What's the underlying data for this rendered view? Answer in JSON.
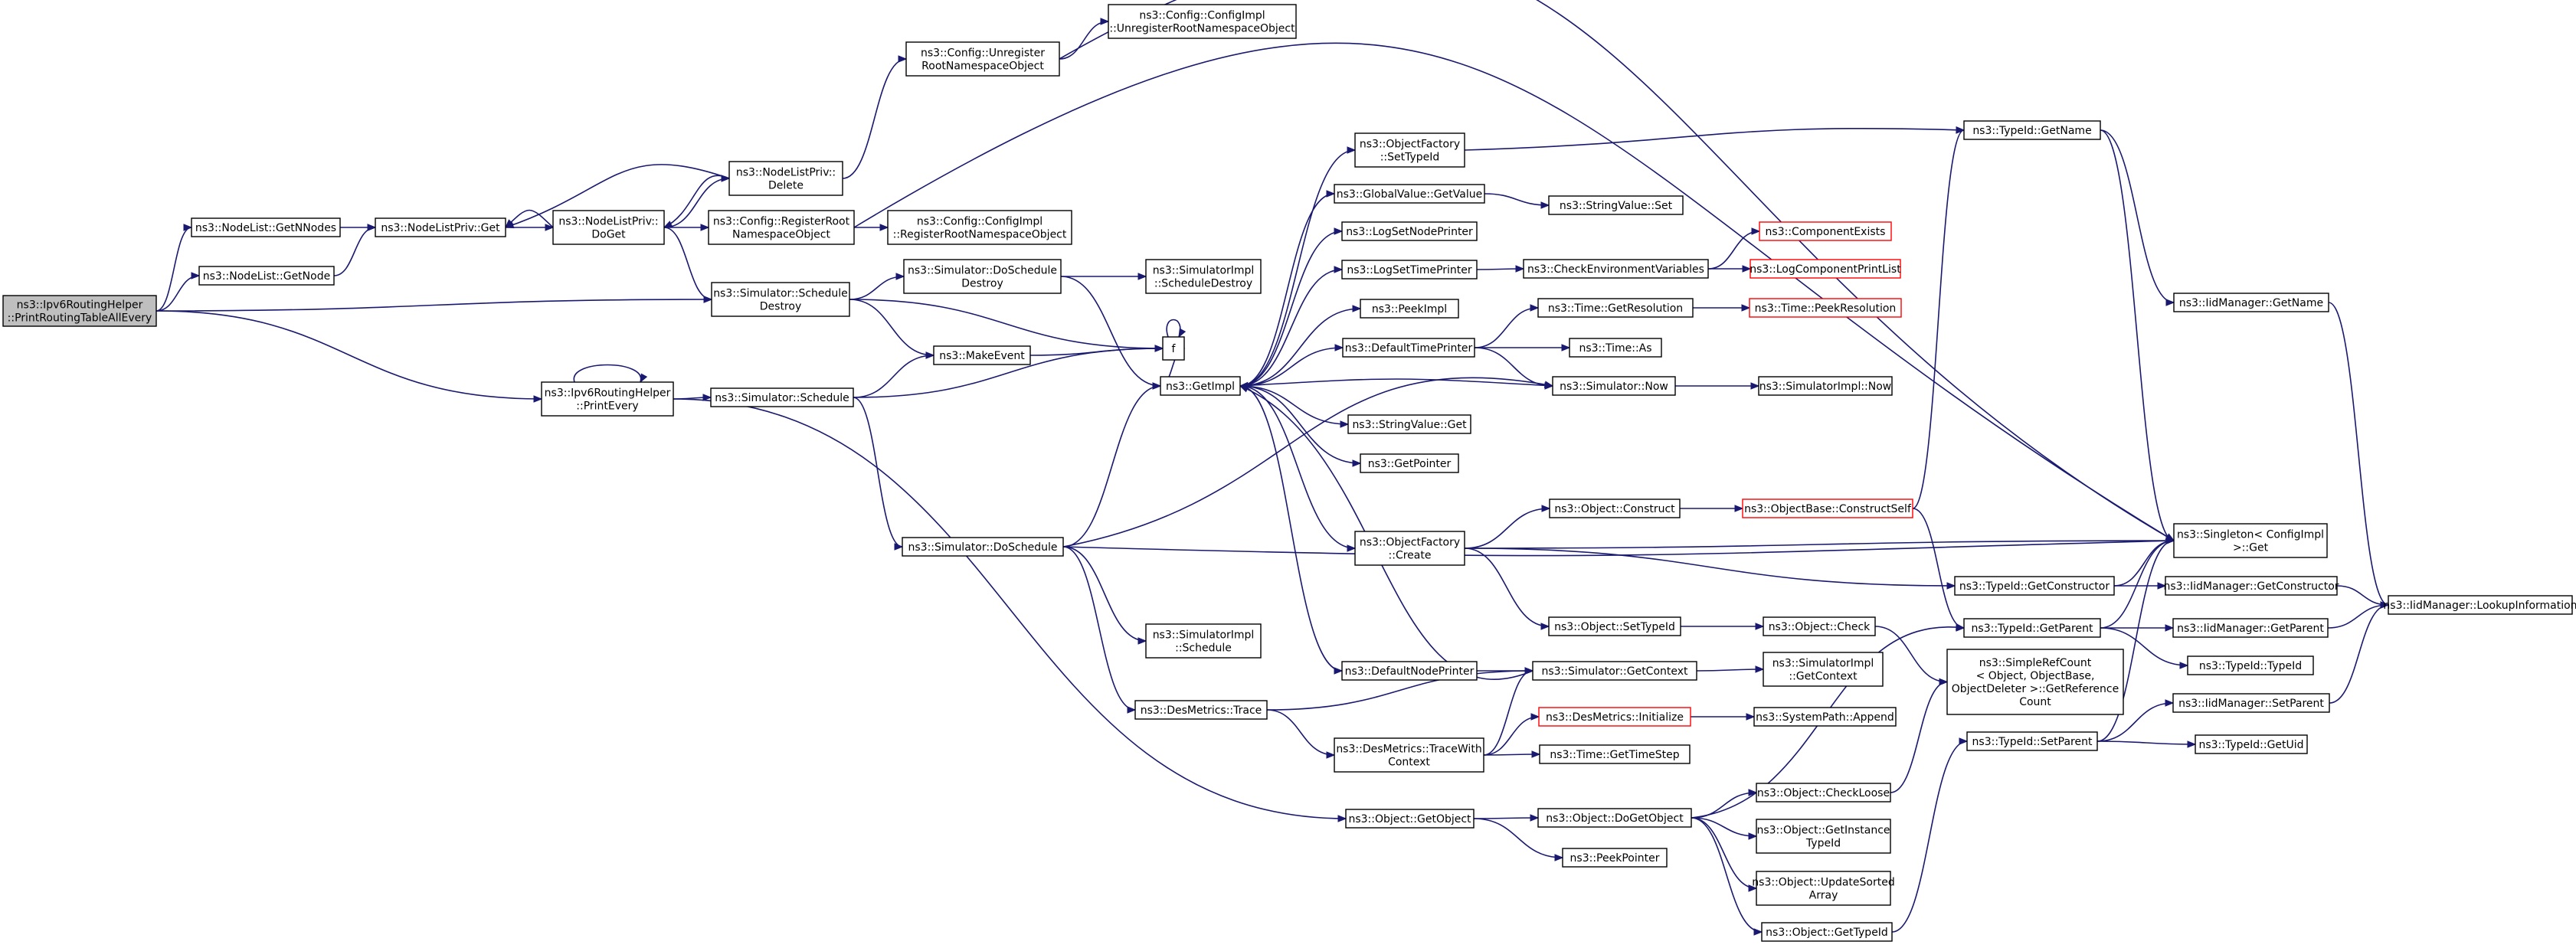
{
  "graph": {
    "edge_color": "#191970",
    "root_fill": "#bfbfbf",
    "missing_node_stroke": "#ff0000",
    "nodes": [
      {
        "id": "root",
        "lines": [
          "ns3::Ipv6RoutingHelper",
          "::PrintRoutingTableAllEvery"
        ],
        "style": "root"
      },
      {
        "id": "getnnodes",
        "lines": [
          "ns3::NodeList::GetNNodes"
        ]
      },
      {
        "id": "getnode",
        "lines": [
          "ns3::NodeList::GetNode"
        ]
      },
      {
        "id": "nlp_get",
        "lines": [
          "ns3::NodeListPriv::Get"
        ]
      },
      {
        "id": "nlp_doget",
        "lines": [
          "ns3::NodeListPriv::",
          "DoGet"
        ]
      },
      {
        "id": "nlp_delete",
        "lines": [
          "ns3::NodeListPriv::",
          "Delete"
        ]
      },
      {
        "id": "cfg_unreg",
        "lines": [
          "ns3::Config::Unregister",
          "RootNamespaceObject"
        ]
      },
      {
        "id": "cfgimpl_unreg",
        "lines": [
          "ns3::Config::ConfigImpl",
          "::UnregisterRootNamespaceObject"
        ]
      },
      {
        "id": "cfg_reg",
        "lines": [
          "ns3::Config::RegisterRoot",
          "NamespaceObject"
        ]
      },
      {
        "id": "cfgimpl_reg",
        "lines": [
          "ns3::Config::ConfigImpl",
          "::RegisterRootNamespaceObject"
        ]
      },
      {
        "id": "sim_schdestroy",
        "lines": [
          "ns3::Simulator::Schedule",
          "Destroy"
        ]
      },
      {
        "id": "sim_doschdestroy",
        "lines": [
          "ns3::Simulator::DoSchedule",
          "Destroy"
        ]
      },
      {
        "id": "simimpl_schdestroy",
        "lines": [
          "ns3::SimulatorImpl",
          "::ScheduleDestroy"
        ]
      },
      {
        "id": "makeevent",
        "lines": [
          "ns3::MakeEvent"
        ]
      },
      {
        "id": "f",
        "lines": [
          "f"
        ]
      },
      {
        "id": "printevery",
        "lines": [
          "ns3::Ipv6RoutingHelper",
          "::PrintEvery"
        ]
      },
      {
        "id": "sim_schedule",
        "lines": [
          "ns3::Simulator::Schedule"
        ]
      },
      {
        "id": "getimpl",
        "lines": [
          "ns3::GetImpl"
        ]
      },
      {
        "id": "sim_doschedule",
        "lines": [
          "ns3::Simulator::DoSchedule"
        ]
      },
      {
        "id": "simimpl_schedule",
        "lines": [
          "ns3::SimulatorImpl",
          "::Schedule"
        ]
      },
      {
        "id": "desm_trace",
        "lines": [
          "ns3::DesMetrics::Trace"
        ]
      },
      {
        "id": "desm_tracewith",
        "lines": [
          "ns3::DesMetrics::TraceWith",
          "Context"
        ]
      },
      {
        "id": "obj_getobject",
        "lines": [
          "ns3::Object::GetObject"
        ]
      },
      {
        "id": "of_settypeid",
        "lines": [
          "ns3::ObjectFactory",
          "::SetTypeId"
        ]
      },
      {
        "id": "gv_getvalue",
        "lines": [
          "ns3::GlobalValue::GetValue"
        ]
      },
      {
        "id": "logsetnode",
        "lines": [
          "ns3::LogSetNodePrinter"
        ]
      },
      {
        "id": "logsettime",
        "lines": [
          "ns3::LogSetTimePrinter"
        ]
      },
      {
        "id": "peekimpl",
        "lines": [
          "ns3::PeekImpl"
        ]
      },
      {
        "id": "deftimeprinter",
        "lines": [
          "ns3::DefaultTimePrinter"
        ]
      },
      {
        "id": "sv_get",
        "lines": [
          "ns3::StringValue::Get"
        ]
      },
      {
        "id": "getpointer",
        "lines": [
          "ns3::GetPointer"
        ]
      },
      {
        "id": "of_create",
        "lines": [
          "ns3::ObjectFactory",
          "::Create"
        ]
      },
      {
        "id": "defnodeprinter",
        "lines": [
          "ns3::DefaultNodePrinter"
        ]
      },
      {
        "id": "sv_set",
        "lines": [
          "ns3::StringValue::Set"
        ]
      },
      {
        "id": "checkenv",
        "lines": [
          "ns3::CheckEnvironmentVariables"
        ]
      },
      {
        "id": "compexists",
        "lines": [
          "ns3::ComponentExists"
        ],
        "style": "red"
      },
      {
        "id": "logcomplist",
        "lines": [
          "ns3::LogComponentPrintList"
        ],
        "style": "red"
      },
      {
        "id": "time_getres",
        "lines": [
          "ns3::Time::GetResolution"
        ]
      },
      {
        "id": "time_peekres",
        "lines": [
          "ns3::Time::PeekResolution"
        ],
        "style": "red"
      },
      {
        "id": "time_as",
        "lines": [
          "ns3::Time::As"
        ]
      },
      {
        "id": "sim_now",
        "lines": [
          "ns3::Simulator::Now"
        ]
      },
      {
        "id": "simimpl_now",
        "lines": [
          "ns3::SimulatorImpl::Now"
        ]
      },
      {
        "id": "obj_construct",
        "lines": [
          "ns3::Object::Construct"
        ]
      },
      {
        "id": "ob_constructself",
        "lines": [
          "ns3::ObjectBase::ConstructSelf"
        ],
        "style": "red"
      },
      {
        "id": "obj_settypeid",
        "lines": [
          "ns3::Object::SetTypeId"
        ]
      },
      {
        "id": "obj_check",
        "lines": [
          "ns3::Object::Check"
        ]
      },
      {
        "id": "sim_getcontext",
        "lines": [
          "ns3::Simulator::GetContext"
        ]
      },
      {
        "id": "simimpl_getcontext",
        "lines": [
          "ns3::SimulatorImpl",
          "::GetContext"
        ]
      },
      {
        "id": "desm_init",
        "lines": [
          "ns3::DesMetrics::Initialize"
        ],
        "style": "red"
      },
      {
        "id": "syspath_append",
        "lines": [
          "ns3::SystemPath::Append"
        ]
      },
      {
        "id": "time_gettimestep",
        "lines": [
          "ns3::Time::GetTimeStep"
        ]
      },
      {
        "id": "obj_dogetobject",
        "lines": [
          "ns3::Object::DoGetObject"
        ]
      },
      {
        "id": "peekpointer",
        "lines": [
          "ns3::PeekPointer"
        ]
      },
      {
        "id": "obj_checkloose",
        "lines": [
          "ns3::Object::CheckLoose"
        ]
      },
      {
        "id": "obj_getinsttypeid",
        "lines": [
          "ns3::Object::GetInstance",
          "TypeId"
        ]
      },
      {
        "id": "obj_updatesorted",
        "lines": [
          "ns3::Object::UpdateSorted",
          "Array"
        ]
      },
      {
        "id": "obj_gettypeid",
        "lines": [
          "ns3::Object::GetTypeId"
        ]
      },
      {
        "id": "tid_getname",
        "lines": [
          "ns3::TypeId::GetName"
        ]
      },
      {
        "id": "iid_getname",
        "lines": [
          "ns3::IidManager::GetName"
        ]
      },
      {
        "id": "singleton_get",
        "lines": [
          "ns3::Singleton< ConfigImpl",
          " >::Get"
        ]
      },
      {
        "id": "tid_getctor",
        "lines": [
          "ns3::TypeId::GetConstructor"
        ]
      },
      {
        "id": "iid_getctor",
        "lines": [
          "ns3::IidManager::GetConstructor"
        ]
      },
      {
        "id": "iid_lookupinfo",
        "lines": [
          "ns3::IidManager::LookupInformation"
        ]
      },
      {
        "id": "tid_getparent",
        "lines": [
          "ns3::TypeId::GetParent"
        ]
      },
      {
        "id": "iid_getparent",
        "lines": [
          "ns3::IidManager::GetParent"
        ]
      },
      {
        "id": "tid_typeid",
        "lines": [
          "ns3::TypeId::TypeId"
        ]
      },
      {
        "id": "srefcount",
        "lines": [
          "ns3::SimpleRefCount",
          "< Object, ObjectBase,",
          " ObjectDeleter >::GetReference",
          "Count"
        ]
      },
      {
        "id": "tid_setparent",
        "lines": [
          "ns3::TypeId::SetParent"
        ]
      },
      {
        "id": "iid_setparent",
        "lines": [
          "ns3::IidManager::SetParent"
        ]
      },
      {
        "id": "tid_getuid",
        "lines": [
          "ns3::TypeId::GetUid"
        ]
      }
    ]
  }
}
